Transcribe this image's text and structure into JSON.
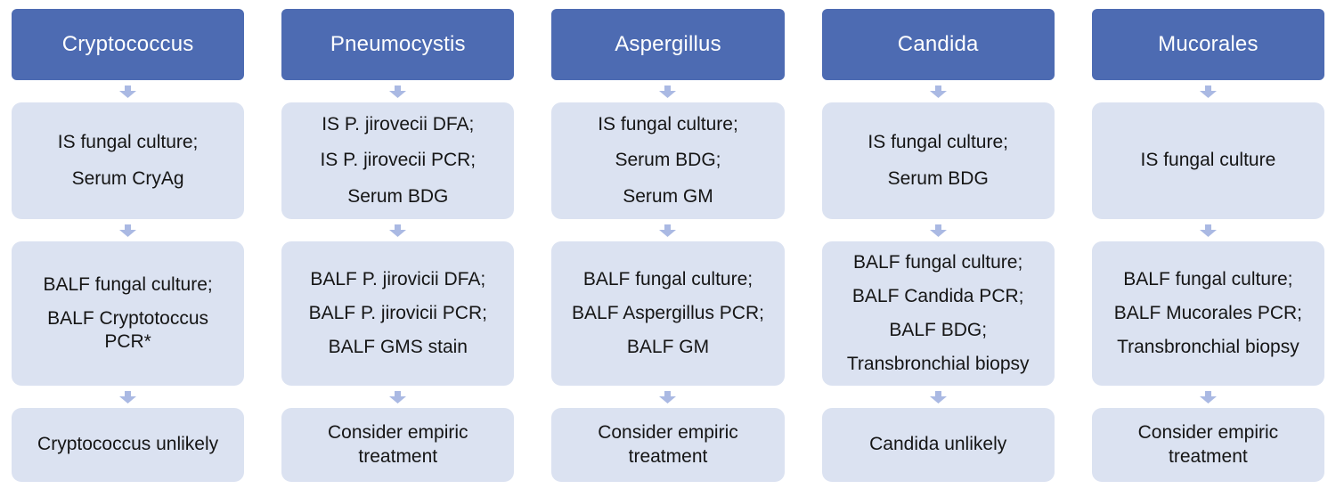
{
  "colors": {
    "header-bg": "#4d6bb2",
    "header-text": "#ffffff",
    "box-bg": "#dbe2f1",
    "box-text": "#151515",
    "arrow": "#aab9e3",
    "page-bg": "#ffffff"
  },
  "icons": {
    "connector": "down-block-arrow-icon"
  },
  "columns": [
    {
      "header": "Cryptococcus",
      "noninvasive": [
        "IS fungal culture;",
        "Serum CryAg"
      ],
      "invasive": [
        "BALF fungal culture;",
        "BALF Cryptotoccus PCR*"
      ],
      "outcome": "Cryptococcus unlikely"
    },
    {
      "header": "Pneumocystis",
      "noninvasive": [
        "IS P. jirovecii DFA;",
        "IS P. jirovecii PCR;",
        "Serum BDG"
      ],
      "invasive": [
        "BALF P. jirovicii DFA;",
        "BALF P. jirovicii PCR;",
        "BALF GMS stain"
      ],
      "outcome": "Consider empiric treatment"
    },
    {
      "header": "Aspergillus",
      "noninvasive": [
        "IS fungal culture;",
        "Serum BDG;",
        "Serum GM"
      ],
      "invasive": [
        "BALF fungal culture;",
        "BALF Aspergillus PCR;",
        "BALF GM"
      ],
      "outcome": "Consider empiric treatment"
    },
    {
      "header": "Candida",
      "noninvasive": [
        "IS fungal culture;",
        "Serum BDG"
      ],
      "invasive": [
        "BALF fungal culture;",
        "BALF Candida PCR;",
        "BALF BDG;",
        "Transbronchial biopsy"
      ],
      "outcome": "Candida unlikely"
    },
    {
      "header": "Mucorales",
      "noninvasive": [
        "IS fungal culture"
      ],
      "invasive": [
        "BALF fungal culture;",
        "BALF Mucorales PCR;",
        "Transbronchial biopsy"
      ],
      "outcome": "Consider empiric treatment"
    }
  ]
}
